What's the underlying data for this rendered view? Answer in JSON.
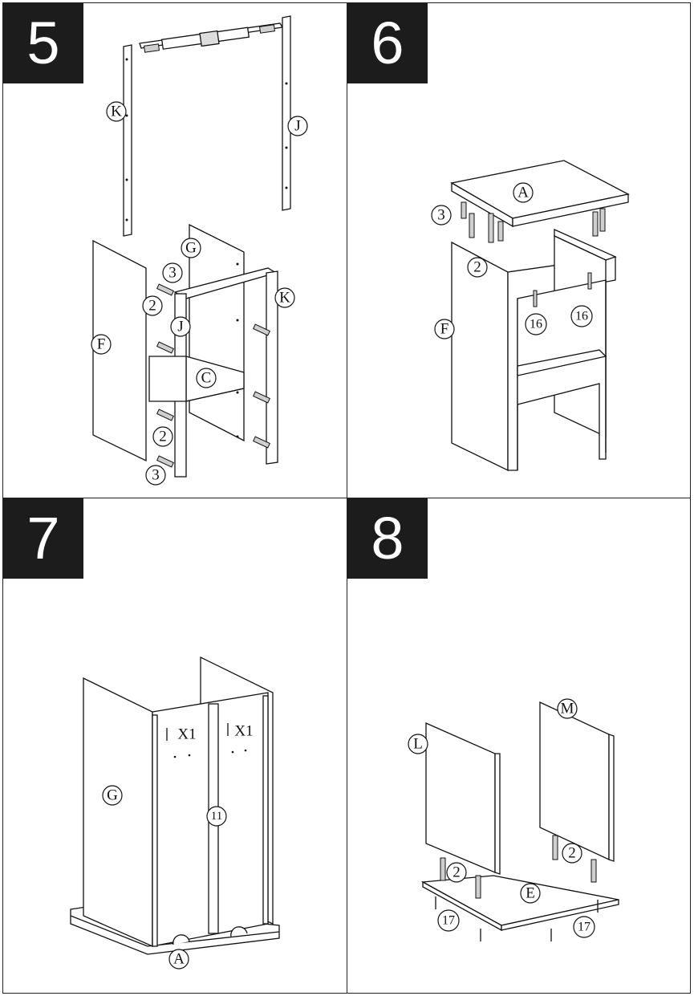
{
  "steps": [
    {
      "number": "5",
      "labels": [
        "K",
        "J",
        "G",
        "3",
        "2",
        "J",
        "K",
        "F",
        "C",
        "2",
        "3"
      ]
    },
    {
      "number": "6",
      "labels": [
        "A",
        "3",
        "2",
        "F",
        "16",
        "16"
      ]
    },
    {
      "number": "7",
      "labels": [
        "X1",
        "X1",
        "G",
        "11",
        "A"
      ]
    },
    {
      "number": "8",
      "labels": [
        "M",
        "L",
        "2",
        "2",
        "E",
        "17",
        "17"
      ]
    }
  ]
}
